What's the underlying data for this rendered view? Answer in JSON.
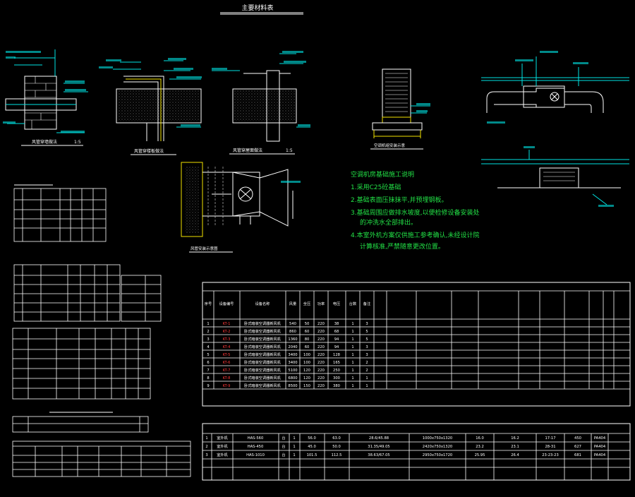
{
  "sheet": {
    "title": "主要材料表",
    "colors": {
      "background": "#000000",
      "line": "#ffffff",
      "cyan": "#00e5e5",
      "yellow": "#f2e200",
      "green": "#22e046",
      "red": "#ff3838"
    }
  },
  "details": {
    "detail_a_caption": "风管穿墙做法",
    "detail_a_scale": "1:5",
    "detail_b_caption": "风管穿楼板做法",
    "detail_c_caption": "风管穿屋面做法",
    "detail_c_scale": "1:5",
    "unit_caption": "空调机组安装示意",
    "plan_caption": "风管安装示意图"
  },
  "notes": {
    "title": "空调机房基础施工说明",
    "lines": [
      "1.采用C25砼基础",
      "2.基础表面压抹抹平,并预埋钢板。",
      "3.基础周围应做排水坡度,以便检修设备安装处",
      "的冲洗水全部排出。",
      "4.本室外机方案仅供施工参考确认,未经设计院",
      "计算核准,严禁随意更改位置。"
    ]
  },
  "units_schedule": {
    "headers": [
      "序号",
      "设备编号",
      "设备名称",
      "风量",
      "全压",
      "功率",
      "电压",
      "台数",
      "备注"
    ],
    "rows": [
      [
        "1",
        "KT-1",
        "卧式暗装空调器新风机",
        "540",
        "50",
        "220",
        "38",
        "1",
        "3"
      ],
      [
        "2",
        "KT-2",
        "卧式暗装空调器新风机",
        "860",
        "60",
        "220",
        "68",
        "1",
        "5"
      ],
      [
        "3",
        "KT-3",
        "卧式暗装空调器新风机",
        "1360",
        "80",
        "220",
        "94",
        "1",
        "5"
      ],
      [
        "4",
        "KT-4",
        "卧式暗装空调器新风机",
        "2040",
        "60",
        "220",
        "94",
        "1",
        "3"
      ],
      [
        "5",
        "KT-5",
        "卧式暗装空调器新风机",
        "3400",
        "100",
        "220",
        "128",
        "1",
        "3"
      ],
      [
        "6",
        "KT-6",
        "卧式暗装空调器新风机",
        "3400",
        "100",
        "220",
        "165",
        "1",
        "2"
      ],
      [
        "7",
        "KT-7",
        "卧式暗装空调器新风机",
        "5100",
        "120",
        "220",
        "250",
        "1",
        "2"
      ],
      [
        "8",
        "KT-8",
        "卧式暗装空调器新风机",
        "6800",
        "120",
        "220",
        "300",
        "1",
        "1"
      ],
      [
        "9",
        "KT-9",
        "卧式暗装空调器新风机",
        "8500",
        "150",
        "220",
        "380",
        "1",
        "1"
      ]
    ]
  },
  "outdoor_schedule": {
    "rows": [
      [
        "1",
        "室外机",
        "HAS-560",
        "台",
        "1",
        "56.0",
        "63.0",
        "28.6/45.88",
        "1000x750x1320",
        "16.0",
        "16.2",
        "17-17",
        "450",
        "PA404"
      ],
      [
        "2",
        "室外机",
        "HAS-450",
        "台",
        "1",
        "45.0",
        "50.0",
        "31.35/49.05",
        "2420x750x1320",
        "23.2",
        "23.1",
        "28-31",
        "627",
        "PA404"
      ],
      [
        "3",
        "室外机",
        "HAS-1010",
        "台",
        "1",
        "101.5",
        "112.5",
        "38.63/67.05",
        "2950x750x1720",
        "25.95",
        "26.4",
        "23-23-23",
        "681",
        "PA404"
      ]
    ]
  }
}
